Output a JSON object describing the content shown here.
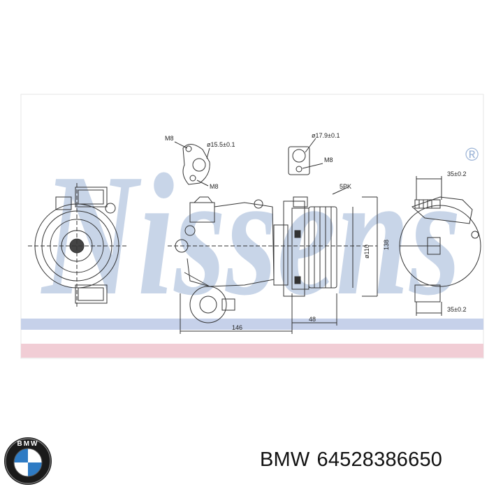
{
  "watermark": {
    "text": "Nissens",
    "registered_mark": "®",
    "color": "#9bb3d6"
  },
  "drawing": {
    "fittings": [
      {
        "label_top": "M8",
        "label_dia": "ø15.5±0.1",
        "label_bottom": "M8"
      },
      {
        "label_dia": "ø17.9±0.1",
        "label_side": "M8"
      }
    ],
    "dimensions": {
      "belt": "5PK",
      "pulley_dia": "ø110",
      "height": "138",
      "length_body": "146",
      "length_pulley": "48",
      "right_top": "35±0.2",
      "right_bottom": "35±0.2"
    },
    "band_colors": {
      "blue": "#c6d1ea",
      "pink": "#f1cdd5"
    }
  },
  "logo": {
    "brand_letters": "BMW"
  },
  "part": {
    "brand": "BMW",
    "number": "64528386650"
  }
}
